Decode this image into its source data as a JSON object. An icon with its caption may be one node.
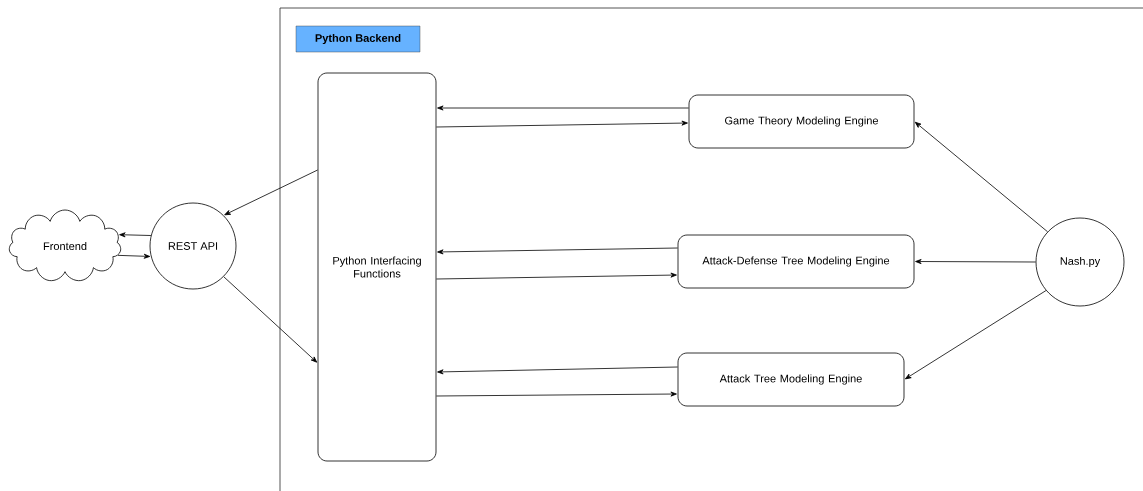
{
  "diagram": {
    "nodes": [
      {
        "text": [
          "Python Backend"
        ]
      },
      {
        "text": [
          "Frontend"
        ]
      },
      {
        "text": [
          "REST API"
        ]
      },
      {
        "text": [
          "Python Interfacing Functions"
        ],
        "in": 0
      },
      {
        "text": [
          "Game Theory Modeling Engine"
        ],
        "in": 0
      },
      {
        "text": [
          "Attack-Defense Tree Modeling Engine"
        ],
        "in": 0
      },
      {
        "text": [
          "Attack Tree Modeling Engine"
        ],
        "in": 0
      },
      {
        "text": [
          "Nash.py"
        ],
        "in": 0
      }
    ],
    "edges": [
      {
        "from": 2,
        "to": 1,
        "arrow": "to"
      },
      {
        "from": 1,
        "to": 2,
        "arrow": "to"
      },
      {
        "from": 3,
        "to": 2,
        "arrow": "to"
      },
      {
        "from": 2,
        "to": 3,
        "arrow": "to"
      },
      {
        "from": 4,
        "to": 3,
        "arrow": "to"
      },
      {
        "from": 3,
        "to": 4,
        "arrow": "to"
      },
      {
        "from": 5,
        "to": 3,
        "arrow": "to"
      },
      {
        "from": 3,
        "to": 5,
        "arrow": "to"
      },
      {
        "from": 6,
        "to": 3,
        "arrow": "to"
      },
      {
        "from": 3,
        "to": 6,
        "arrow": "to"
      },
      {
        "from": 7,
        "to": 4,
        "arrow": "to"
      },
      {
        "from": 7,
        "to": 5,
        "arrow": "to"
      },
      {
        "from": 7,
        "to": 6,
        "arrow": "to"
      }
    ]
  }
}
